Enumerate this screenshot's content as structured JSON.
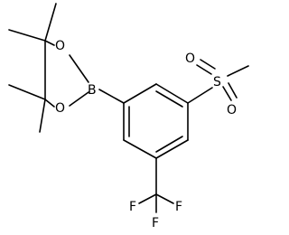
{
  "molecule": {
    "atoms": [
      {
        "id": "o1",
        "label": "O"
      },
      {
        "id": "o2",
        "label": "O"
      },
      {
        "id": "b",
        "label": "B"
      },
      {
        "id": "s",
        "label": "S"
      },
      {
        "id": "os1",
        "label": "O"
      },
      {
        "id": "os2",
        "label": "O"
      },
      {
        "id": "f1",
        "label": "F"
      },
      {
        "id": "f2",
        "label": "F"
      },
      {
        "id": "f3",
        "label": "F"
      }
    ]
  }
}
